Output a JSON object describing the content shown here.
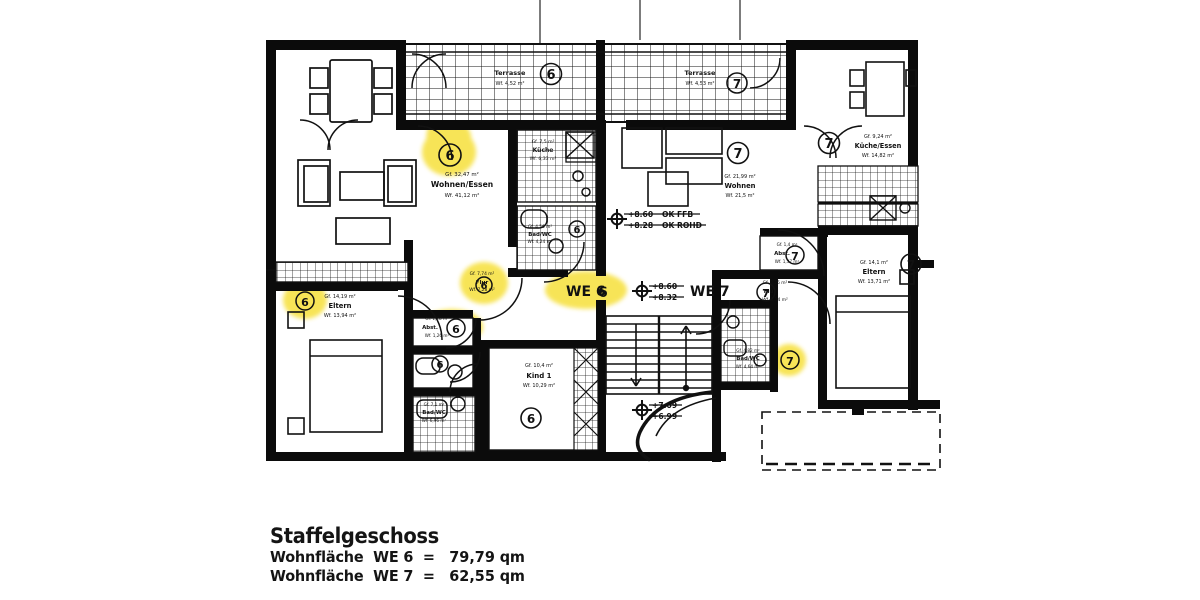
{
  "drawing": {
    "title": "Staffelgeschoss",
    "area_lines": [
      {
        "label": "Wohnfläche  WE 6  =",
        "value": "79,79",
        "unit": "qm"
      },
      {
        "label": "Wohnfläche  WE 7  =",
        "value": "62,55",
        "unit": "qm"
      }
    ]
  },
  "unit_markers": {
    "we6_label": "WE 6",
    "we7_label": "WE 7",
    "circle_6": "6",
    "circle_7": "7"
  },
  "elevations": [
    {
      "id": "upper",
      "top": "+8.60",
      "top_suffix": "OK FFB",
      "bottom": "+8.28",
      "bottom_suffix": "OK ROHD"
    },
    {
      "id": "corridor",
      "top": "+8.60",
      "bottom": "+8.32",
      "top_suffix": "",
      "bottom_suffix": ""
    },
    {
      "id": "lower",
      "top": "+7.09",
      "bottom": "+6.99",
      "top_suffix": "",
      "bottom_suffix": ""
    }
  ],
  "rooms": [
    {
      "id": "terrasse-we6",
      "name": "Terrasse",
      "area_top": "",
      "area_bottom": "Wf.  4,52 m²",
      "unit": "6"
    },
    {
      "id": "terrasse-we7",
      "name": "Terrasse",
      "area_top": "",
      "area_bottom": "Wf.  4,53 m²",
      "unit": "7"
    },
    {
      "id": "wohnen-essen",
      "name": "Wohnen/Essen",
      "area_top": "Gf.  32,47 m²",
      "area_bottom": "Wf.  41,12 m²",
      "unit": "6"
    },
    {
      "id": "kueche-we6",
      "name": "Küche",
      "area_top": "Gf.  7,5 m²",
      "area_bottom": "Wf.  6,33 m²",
      "unit": "6"
    },
    {
      "id": "bad-wc-we6-ob",
      "name": "Bad/WC",
      "area_top": "Gf. 4,56 m²",
      "area_bottom": "Wf. 4,24 m²",
      "unit": "6"
    },
    {
      "id": "wohnen-we7",
      "name": "Wohnen",
      "area_top": "Gf.  21,99 m²",
      "area_bottom": "Wf.  21,5 m²",
      "unit": "7"
    },
    {
      "id": "kueche-essen-we7",
      "name": "Küche/Essen",
      "area_top": "Gf.  9,24 m²",
      "area_bottom": "Wf.  14,82 m²",
      "unit": "7"
    },
    {
      "id": "eltern-we6",
      "name": "Eltern",
      "area_top": "Gf. 14,19 m²",
      "area_bottom": "Wf.  13,94 m²",
      "unit": "6"
    },
    {
      "id": "eltern-we7",
      "name": "Eltern",
      "area_top": "Gf.  14,1 m²",
      "area_bottom": "Wf.  13,71 m²",
      "unit": "7"
    },
    {
      "id": "flur-we6",
      "name": "Flur",
      "area_top": "Gf. 7,74 m²",
      "area_bottom": "Wf. 7,28 m²",
      "unit": "6"
    },
    {
      "id": "abst-we6",
      "name": "Abst.",
      "area_top": "Gf. 1,28 m²",
      "area_bottom": "Wf. 1,26 m²",
      "unit": "6"
    },
    {
      "id": "bad-wc-we6",
      "name": "Bad/WC",
      "area_top": "Gf. 7,1 m²",
      "area_bottom": "Wf. 6,96 m²",
      "unit": "6"
    },
    {
      "id": "kind-1",
      "name": "Kind 1",
      "area_top": "Gf.  10,4 m²",
      "area_bottom": "Wf.  10,29 m²",
      "unit": "6"
    },
    {
      "id": "flur-we7",
      "name": "Flur",
      "area_top": "Gf. 3,25 m²",
      "area_bottom": "Wf. 3,14 m²",
      "unit": "7"
    },
    {
      "id": "abst-we7",
      "name": "Abst.",
      "area_top": "Gf.  1,4 m²",
      "area_bottom": "Wf.  1,37 m²",
      "unit": "7"
    },
    {
      "id": "bad-wc-we7",
      "name": "Bad/WC",
      "area_top": "Gf. 4,82 m²",
      "area_bottom": "Wf. 4,64 m²",
      "unit": "7"
    }
  ],
  "colors": {
    "ink": "#111111",
    "wall": "#0b0b0b",
    "highlight": "#f7e24a",
    "paper": "#ffffff"
  }
}
